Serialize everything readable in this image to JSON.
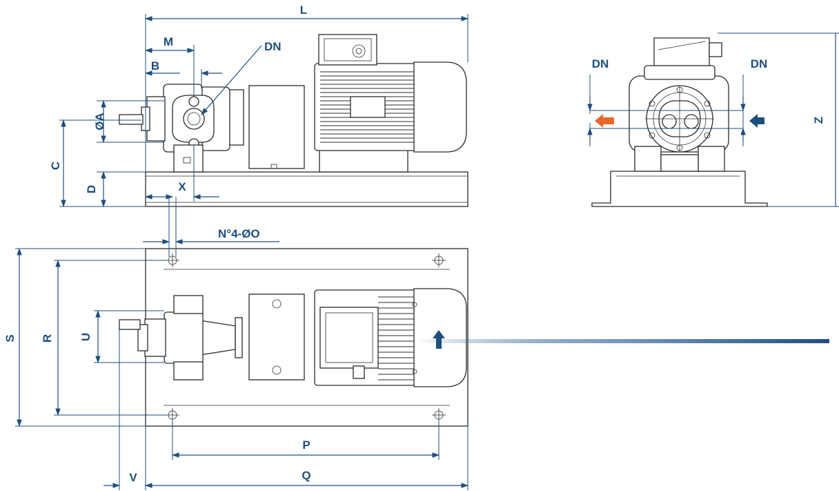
{
  "labels": {
    "L": "L",
    "M": "M",
    "DN_side": "DN",
    "B": "B",
    "A": "ØA",
    "C": "C",
    "D": "D",
    "X": "X",
    "O": "N°4-ØO",
    "DN_front_left": "DN",
    "DN_front_right": "DN",
    "Z": "Z",
    "S": "S",
    "R": "R",
    "U": "U",
    "P": "P",
    "V": "V",
    "Q": "Q"
  },
  "colors": {
    "dimension": "#1d4e7e",
    "outlet_arrow": "#e8672a",
    "inlet_arrow": "#1d4e7e",
    "line": "#2a2a2a"
  },
  "icons": {
    "outlet": "arrow-left-icon",
    "inlet": "arrow-left-icon",
    "rotation": "arrow-up-icon"
  }
}
